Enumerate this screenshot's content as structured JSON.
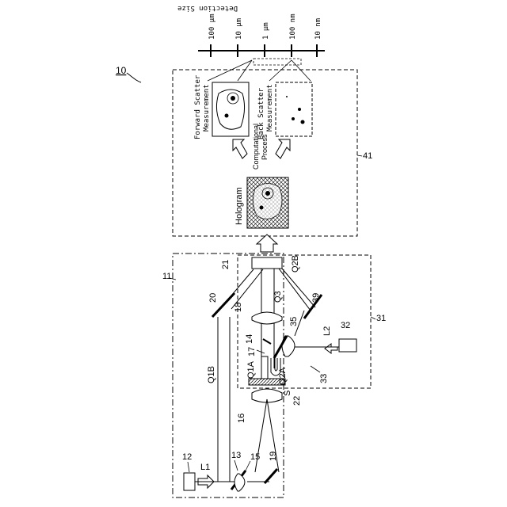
{
  "figure_ref": "10",
  "labels": {
    "r11": "11",
    "r12": "12",
    "r13": "13",
    "r14": "14",
    "r15": "15",
    "r16": "16",
    "r17": "17",
    "r18": "18",
    "r19": "19",
    "r20": "20",
    "r21": "21",
    "r22": "22",
    "r31": "31",
    "r32": "32",
    "r33": "33",
    "r35": "35",
    "r39": "39",
    "r41": "41",
    "l1": "L1",
    "l2": "L2",
    "q1a": "Q1A",
    "q1b": "Q1B",
    "q2a": "Q2A",
    "q2b": "Q2B",
    "q3": "Q3",
    "s": "S"
  },
  "panel": {
    "hologram": "Hologram",
    "process_line1": "Computational",
    "process_line2": "Process",
    "forward_line1": "Forward Scatter",
    "forward_line2": "Measurement",
    "back_line1": "Back Scatter",
    "back_line2": "Measurement"
  },
  "scale": {
    "title": "Detection Size",
    "ticks": [
      "100 μm",
      "10 μm",
      "1 μm",
      "100 nm",
      "10 nm"
    ]
  }
}
